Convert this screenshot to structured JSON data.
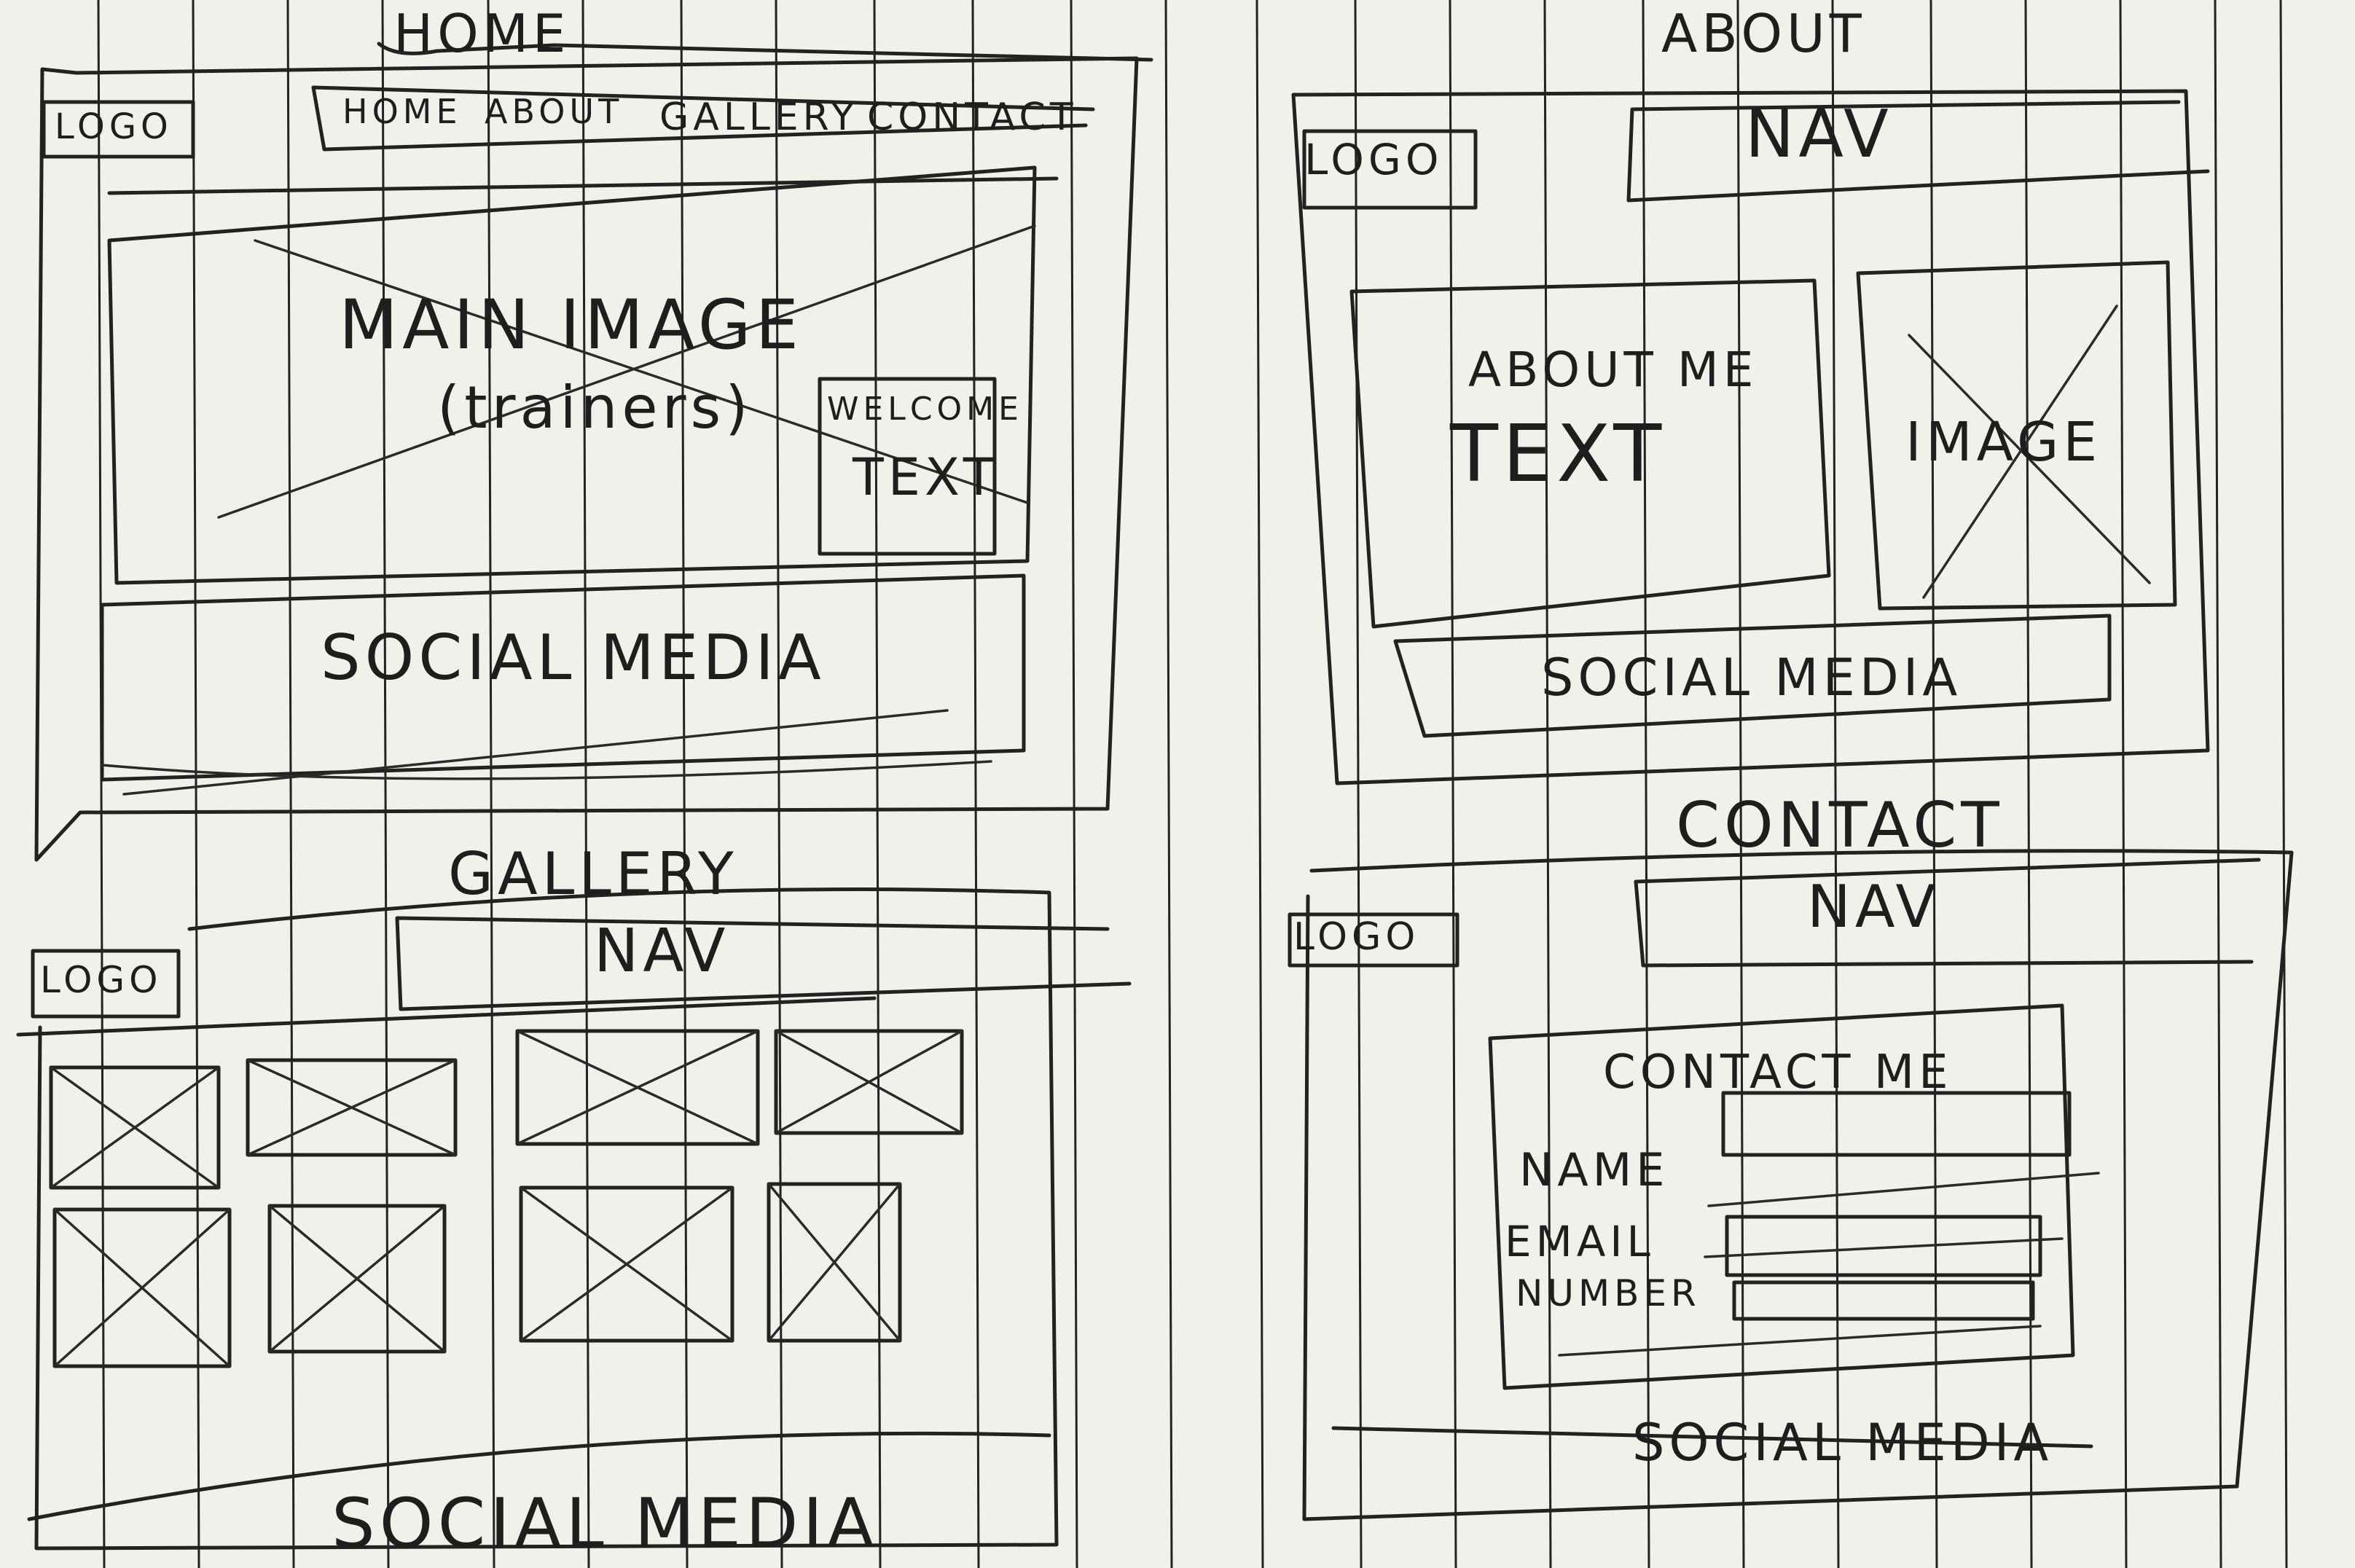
{
  "home": {
    "title": "HOME",
    "logo": "LOGO",
    "nav": {
      "home": "HOME",
      "about": "ABOUT",
      "gallery": "GALLERY",
      "contact": "CONTACT"
    },
    "main_image": "MAIN IMAGE",
    "main_image_note": "(trainers)",
    "welcome_text_line1": "WELCOME",
    "welcome_text_line2": "TEXT",
    "social_media": "SOCIAL MEDIA"
  },
  "about": {
    "title": "ABOUT",
    "logo": "LOGO",
    "nav": "NAV",
    "about_me": "ABOUT ME",
    "text": "TEXT",
    "image": "IMAGE",
    "social_media": "SOCIAL MEDIA"
  },
  "gallery": {
    "title": "GALLERY",
    "logo": "LOGO",
    "nav": "NAV",
    "social_media": "SOCIAL MEDIA"
  },
  "contact": {
    "title": "CONTACT",
    "logo": "LOGO",
    "nav": "NAV",
    "form_title": "CONTACT ME",
    "labels": {
      "name": "NAME",
      "email": "EMAIL",
      "number": "NUMBER"
    },
    "social_media": "SOCIAL MEDIA"
  }
}
